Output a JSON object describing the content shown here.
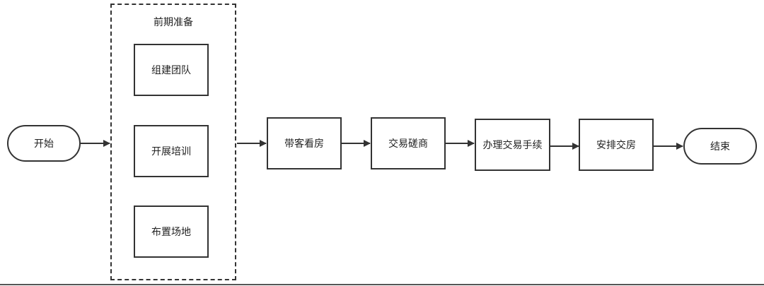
{
  "flowchart": {
    "start": "开始",
    "end": "结束",
    "prep_group": {
      "title": "前期准备",
      "steps": [
        "组建团队",
        "开展培训",
        "布置场地"
      ]
    },
    "steps": [
      "带客看房",
      "交易磋商",
      "办理交易手续",
      "安排交房"
    ]
  },
  "colors": {
    "line": "#333333",
    "fill": "#ffffff",
    "text": "#222222"
  }
}
